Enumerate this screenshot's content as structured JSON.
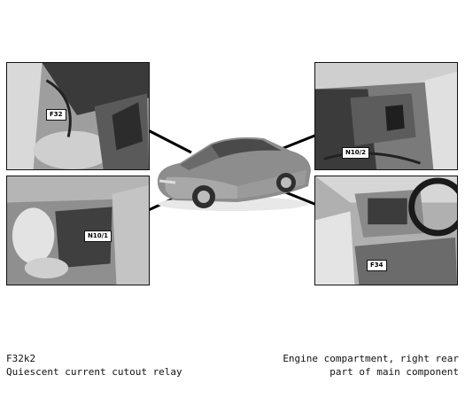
{
  "callouts": {
    "f32": "F32",
    "n10_1": "N10/1",
    "n10_2": "N10/2",
    "f34": "F34"
  },
  "caption": {
    "component_code": "F32k2",
    "component_name": "Quiescent current cutout relay",
    "location_line1": "Engine compartment, right rear",
    "location_line2": "part of main component"
  }
}
